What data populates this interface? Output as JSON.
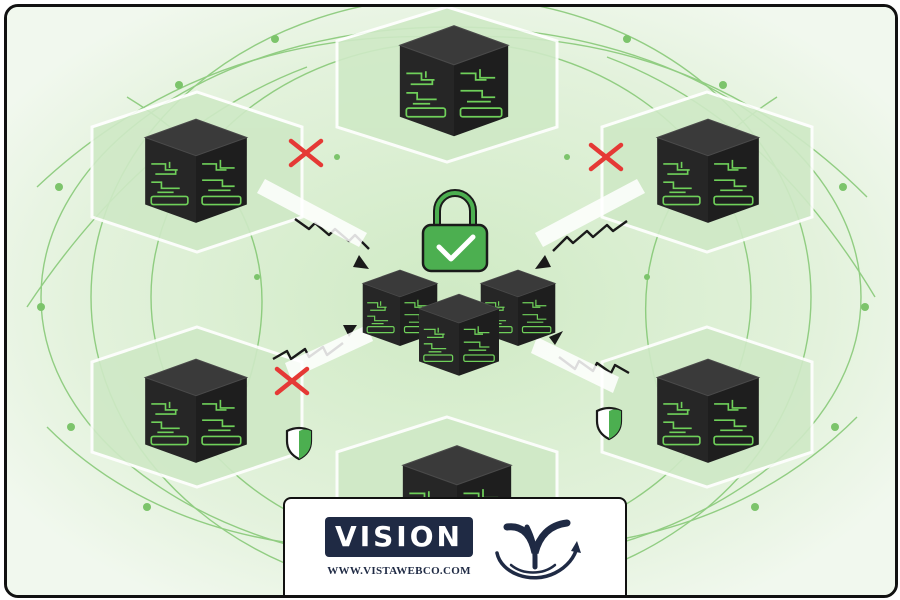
{
  "brand": {
    "name": "VISION",
    "url": "WWW.VISTAWEBCO.COM",
    "logo_color": "#1f2a44"
  },
  "diagram": {
    "center": {
      "name": "server-cluster",
      "icon": "padlock-check-icon",
      "servers": 3,
      "status": "secured"
    },
    "nodes": [
      {
        "name": "top",
        "status": "connected"
      },
      {
        "name": "top-left",
        "status": "blocked",
        "marker": "red-x-icon"
      },
      {
        "name": "top-right",
        "status": "blocked",
        "marker": "red-x-icon"
      },
      {
        "name": "bottom-left",
        "status": "blocked",
        "marker": "red-x-icon",
        "badge": "shield-icon"
      },
      {
        "name": "bottom-right",
        "status": "protected",
        "badge": "shield-icon"
      },
      {
        "name": "bottom",
        "status": "connected"
      }
    ],
    "colors": {
      "background": "#eef7ea",
      "hexagon": "#cfe9c6",
      "network_line": "#7cc46b",
      "server_body": "#2b2b2b",
      "circuit": "#6fd05a",
      "lock": "#4caf50",
      "blocked_marker": "#e53935"
    }
  }
}
